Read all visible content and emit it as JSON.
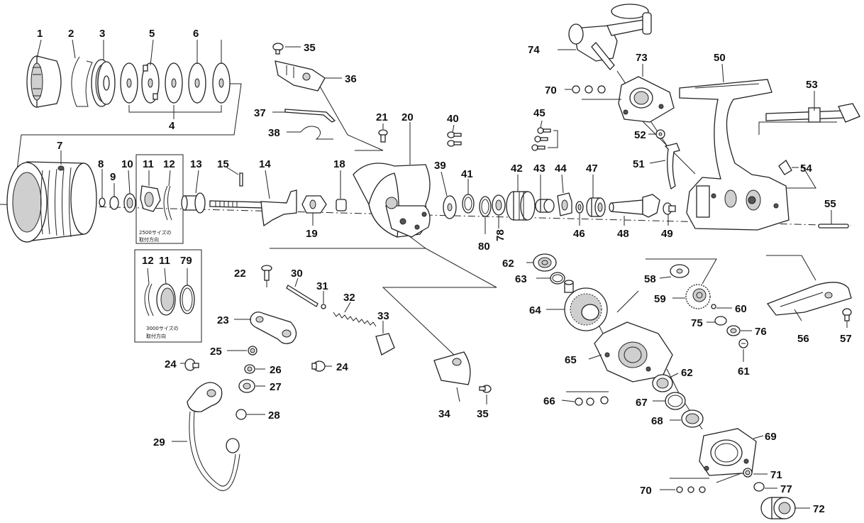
{
  "labels": {
    "1": "1",
    "2": "2",
    "3": "3",
    "4": "4",
    "5": "5",
    "6": "6",
    "7": "7",
    "8": "8",
    "9": "9",
    "10": "10",
    "11": "11",
    "12": "12",
    "13": "13",
    "14": "14",
    "15": "15",
    "18": "18",
    "19": "19",
    "20": "20",
    "21": "21",
    "22": "22",
    "23": "23",
    "24": "24",
    "25": "25",
    "26": "26",
    "27": "27",
    "28": "28",
    "29": "29",
    "30": "30",
    "31": "31",
    "32": "32",
    "33": "33",
    "34": "34",
    "35": "35",
    "36": "36",
    "37": "37",
    "38": "38",
    "39": "39",
    "40": "40",
    "41": "41",
    "42": "42",
    "43": "43",
    "44": "44",
    "45": "45",
    "46": "46",
    "47": "47",
    "48": "48",
    "49": "49",
    "50": "50",
    "51": "51",
    "52": "52",
    "53": "53",
    "54": "54",
    "55": "55",
    "56": "56",
    "57": "57",
    "58": "58",
    "59": "59",
    "60": "60",
    "61": "61",
    "62": "62",
    "63": "63",
    "64": "64",
    "65": "65",
    "66": "66",
    "67": "67",
    "68": "68",
    "69": "69",
    "70": "70",
    "71": "71",
    "72": "72",
    "73": "73",
    "74": "74",
    "75": "75",
    "76": "76",
    "77": "77",
    "78": "78",
    "79": "79",
    "80": "80"
  },
  "notes": {
    "box1_line1": "2500サイズの",
    "box1_line2": "取付方向",
    "box2_line1": "3000サイズの",
    "box2_line2": "取付方向"
  }
}
